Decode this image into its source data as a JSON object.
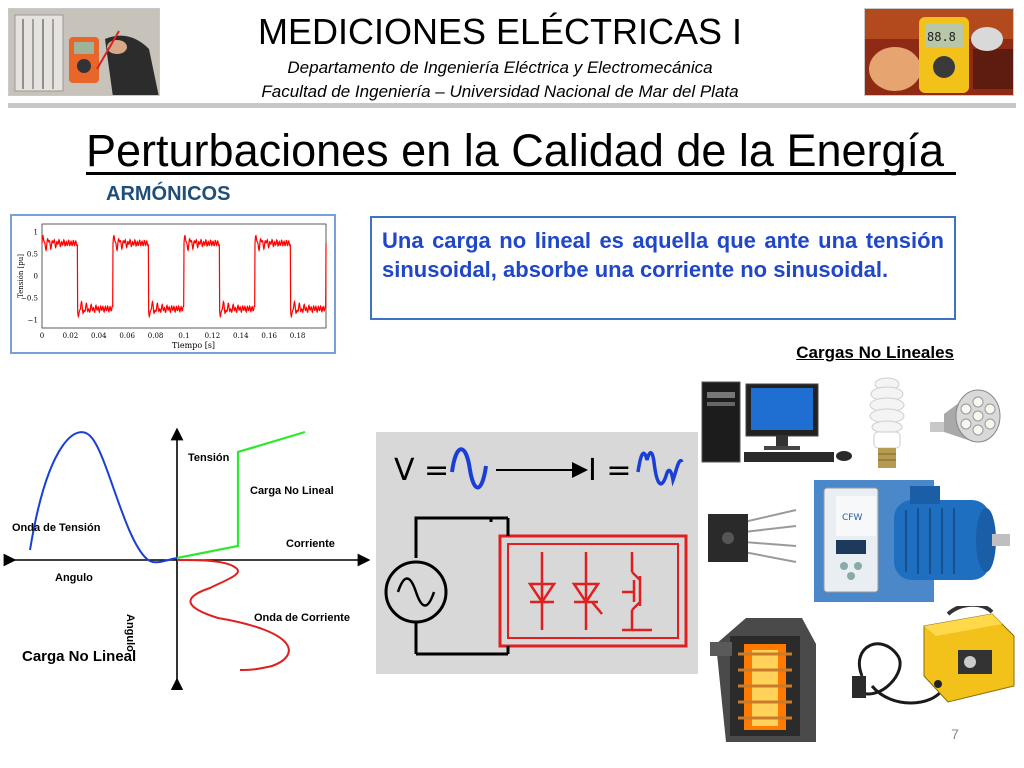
{
  "header": {
    "course_title": "MEDICIONES ELÉCTRICAS I",
    "department": "Departamento de Ingeniería Eléctrica y Electromecánica",
    "faculty": "Facultad de Ingeniería – Universidad Nacional de Mar del Plata"
  },
  "slide": {
    "title": "Perturbaciones en la Calidad de la Energía",
    "section": "ARMÓNICOS",
    "definition": "Una carga no lineal es aquella que ante una tensión sinusoidal, absorbe una corriente no sinusoidal.",
    "loads_label": "Cargas No Lineales",
    "page_number": "7"
  },
  "waveform_plot": {
    "ylabel": "Tensión [pu]",
    "xlabel": "Tiempo [s]",
    "y_ticks": [
      "1",
      "0.5",
      "0",
      "−0.5",
      "−1"
    ],
    "x_ticks": [
      "0",
      "0.02",
      "0.04",
      "0.06",
      "0.08",
      "0.1",
      "0.12",
      "0.14",
      "0.16",
      "0.18"
    ]
  },
  "nonlinear_diagram": {
    "tension": "Tensión",
    "carga_no_lineal_curve": "Carga No Lineal",
    "onda_tension": "Onda de Tensión",
    "corriente": "Corriente",
    "angulo_h": "Angulo",
    "angulo_v": "Angulo",
    "onda_corriente": "Onda de Corriente",
    "carga_no_lineal": "Carga No Lineal"
  },
  "circuit": {
    "v_label": "V =",
    "i_label": "I ="
  },
  "colors": {
    "title_blue": "#1f4e79",
    "definition_blue": "#1f47c8",
    "box_border": "#3d73c4",
    "curve_blue": "#1a3fd6",
    "curve_green": "#2ee82e",
    "curve_red": "#e02020",
    "plot_red": "#ff0000",
    "circuit_bg": "#d8d8d8"
  }
}
